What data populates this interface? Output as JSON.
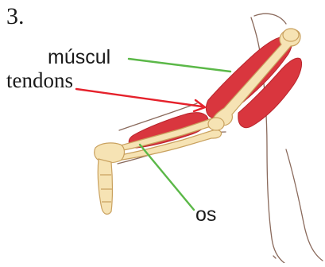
{
  "figure": {
    "number": "3.",
    "labels": {
      "muscle": "múscul",
      "tendons": "tendons",
      "bone": "os"
    }
  },
  "colors": {
    "muscle": "#d9363e",
    "muscle_dark": "#b8252c",
    "bone": "#f6e3b4",
    "bone_outline": "#c9a15f",
    "skin_outline": "#8a6a5c",
    "muscle_pointer": "#5bb848",
    "tendon_pointer": "#e5212b",
    "bone_pointer": "#5bb848"
  }
}
